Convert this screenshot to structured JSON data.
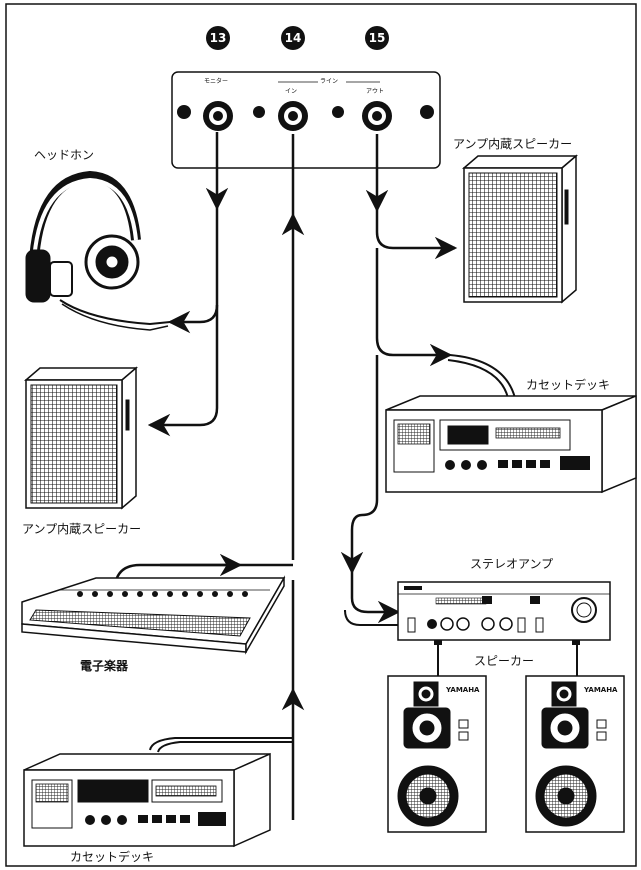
{
  "jacks": {
    "n13": "13",
    "n14": "14",
    "n15": "15",
    "panel_monitor": "モニター",
    "panel_line": "ライン",
    "panel_in": "イン",
    "panel_out": "アウト"
  },
  "labels": {
    "headphones": "ヘッドホン",
    "amp_speaker_top": "アンプ内蔵スピーカー",
    "amp_speaker_left": "アンプ内蔵スピーカー",
    "cassette_right": "カセットデッキ",
    "stereo_amp": "ステレオアンプ",
    "speakers": "スピーカー",
    "keyboard": "電子楽器",
    "cassette_bottom": "カセットデッキ"
  },
  "speaker_brand": {
    "left": "YAMAHA",
    "right": "YAMAHA"
  }
}
